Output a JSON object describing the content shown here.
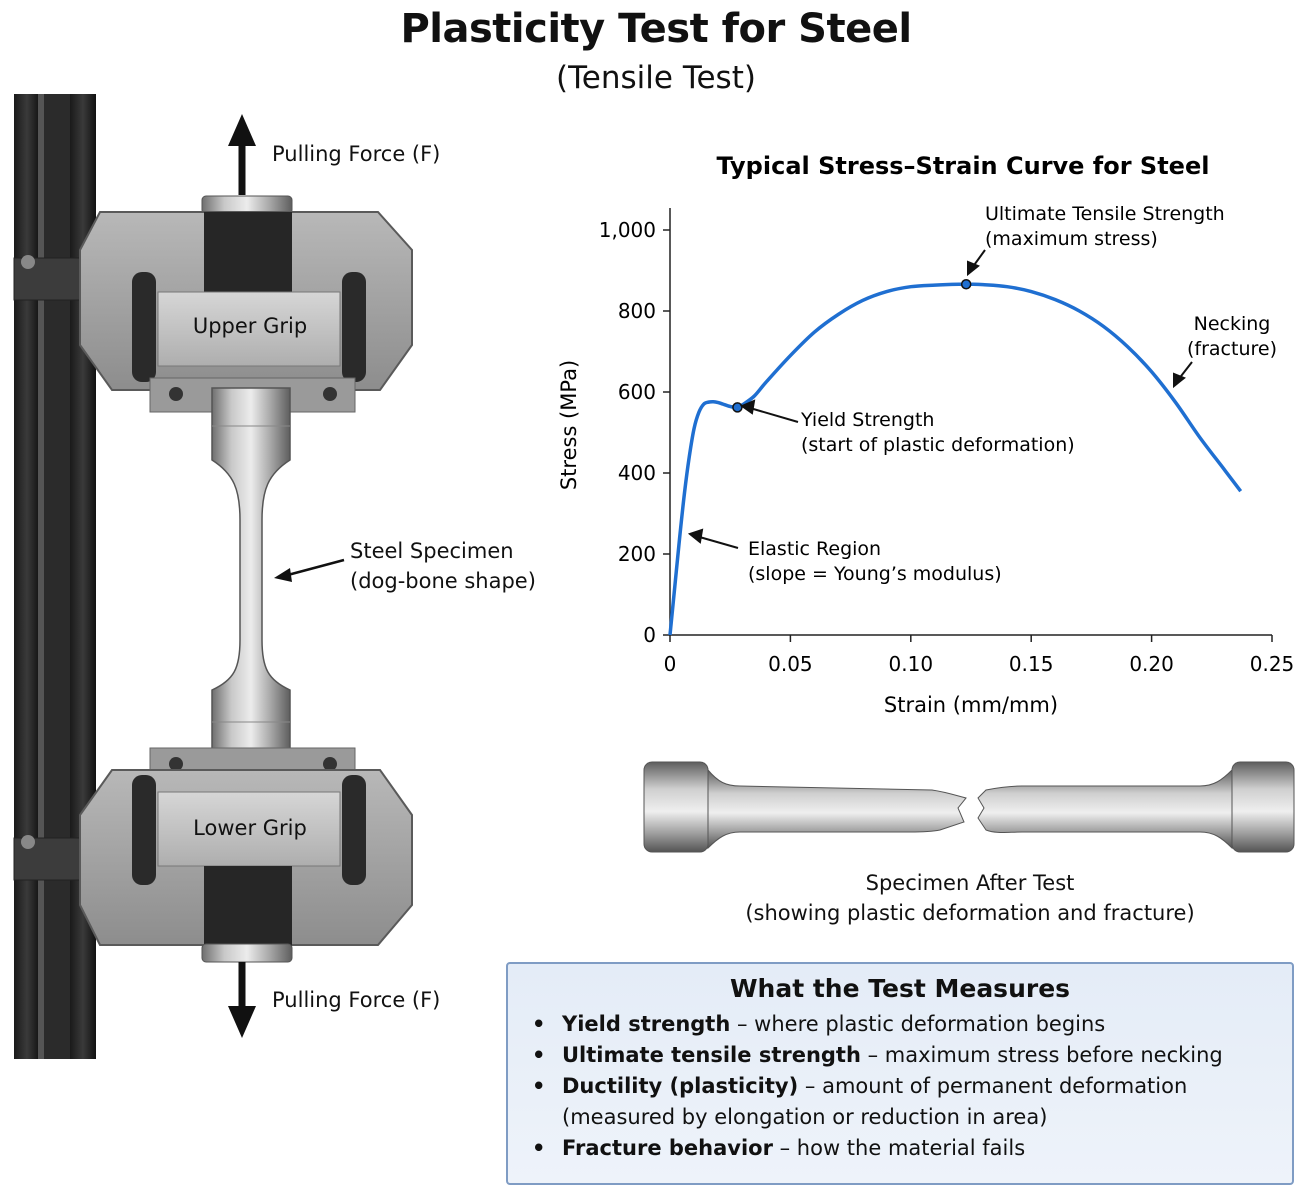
{
  "title": "Plasticity Test for Steel",
  "subtitle": "(Tensile Test)",
  "machine": {
    "force_top": "Pulling Force (F)",
    "force_bottom": "Pulling Force (F)",
    "upper_grip": "Upper Grip",
    "lower_grip": "Lower Grip",
    "specimen_line1": "Steel Specimen",
    "specimen_line2": "(dog-bone shape)"
  },
  "chart_data": {
    "type": "line",
    "title": "Typical Stress–Strain Curve for Steel",
    "xlabel": "Strain (mm/mm)",
    "ylabel": "Stress (MPa)",
    "xlim": [
      0,
      0.25
    ],
    "ylim": [
      0,
      1000
    ],
    "xticks": [
      0,
      0.05,
      0.1,
      0.15,
      0.2,
      0.25
    ],
    "xtick_labels": [
      "0",
      "0.05",
      "0.10",
      "0.15",
      "0.20",
      "0.25"
    ],
    "yticks": [
      0,
      200,
      400,
      600,
      800,
      1000
    ],
    "ytick_labels": [
      "0",
      "200",
      "400",
      "600",
      "800",
      "1,000"
    ],
    "line_color": "#1f6fd1",
    "x": [
      0,
      0.002,
      0.004,
      0.006,
      0.008,
      0.01,
      0.012,
      0.014,
      0.016,
      0.018,
      0.02,
      0.022,
      0.024,
      0.026,
      0.028,
      0.03,
      0.035,
      0.04,
      0.05,
      0.06,
      0.07,
      0.08,
      0.09,
      0.1,
      0.11,
      0.12,
      0.125,
      0.13,
      0.14,
      0.15,
      0.16,
      0.17,
      0.18,
      0.19,
      0.2,
      0.21,
      0.22,
      0.23,
      0.237
    ],
    "y": [
      0,
      120,
      240,
      350,
      440,
      510,
      550,
      570,
      575,
      576,
      574,
      570,
      566,
      563,
      562,
      568,
      590,
      625,
      690,
      748,
      792,
      826,
      848,
      860,
      864,
      866,
      866,
      865,
      860,
      848,
      828,
      800,
      762,
      712,
      650,
      574,
      488,
      410,
      355
    ],
    "points": [
      {
        "name": "yield",
        "x": 0.028,
        "y": 562
      },
      {
        "name": "uts",
        "x": 0.123,
        "y": 866
      }
    ],
    "annotations": {
      "elastic_line1": "Elastic Region",
      "elastic_line2": "(slope = Young’s modulus)",
      "yield_line1": "Yield Strength",
      "yield_line2": "(start of plastic deformation)",
      "uts_line1": "Ultimate Tensile Strength",
      "uts_line2": "(maximum stress)",
      "necking_line1": "Necking",
      "necking_line2": "(fracture)"
    }
  },
  "after_test": {
    "caption_line1": "Specimen After Test",
    "caption_line2": "(showing plastic deformation and fracture)"
  },
  "measures": {
    "title": "What the Test Measures",
    "bullet": "•",
    "items": [
      {
        "term": "Yield strength",
        "desc": " – where plastic deformation begins"
      },
      {
        "term": "Ultimate tensile strength",
        "desc": " – maximum stress before necking"
      },
      {
        "term": "Ductility (plasticity)",
        "desc": " – amount of permanent deformation"
      },
      {
        "term": "",
        "desc": "(measured by elongation or reduction in area)"
      },
      {
        "term": "Fracture behavior",
        "desc": " – how the material fails"
      }
    ]
  }
}
